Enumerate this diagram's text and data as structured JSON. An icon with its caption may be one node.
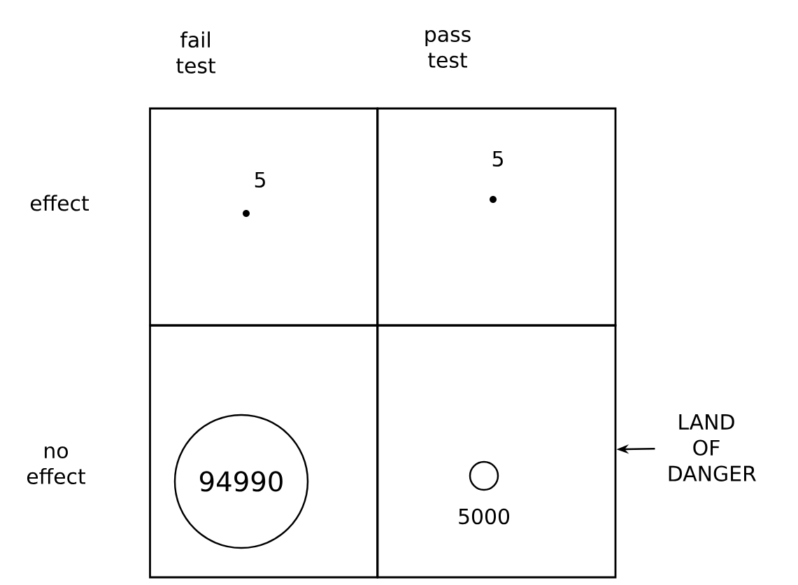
{
  "diagram": {
    "nodes": [
      {
        "text": [],
        "shape": "box"
      },
      {
        "text": [],
        "shape": "dot",
        "in": 0,
        "beside": [
          "5"
        ]
      },
      {
        "text": [],
        "shape": "box"
      },
      {
        "text": [],
        "shape": "dot",
        "in": 2,
        "beside": [
          "5"
        ]
      },
      {
        "text": [],
        "shape": "box"
      },
      {
        "text": [
          "94990"
        ],
        "in": 4
      },
      {
        "text": [],
        "shape": "box"
      },
      {
        "text": [],
        "shape": "circle",
        "in": 6,
        "beside": [
          "5000"
        ]
      },
      {
        "text": [
          "LAND OF DANGER"
        ]
      }
    ],
    "edges": [
      {
        "from": 8,
        "to": 6,
        "arrow": "to"
      }
    ],
    "labels": [
      "fail test",
      "pass test",
      "effect",
      "no effect"
    ]
  }
}
